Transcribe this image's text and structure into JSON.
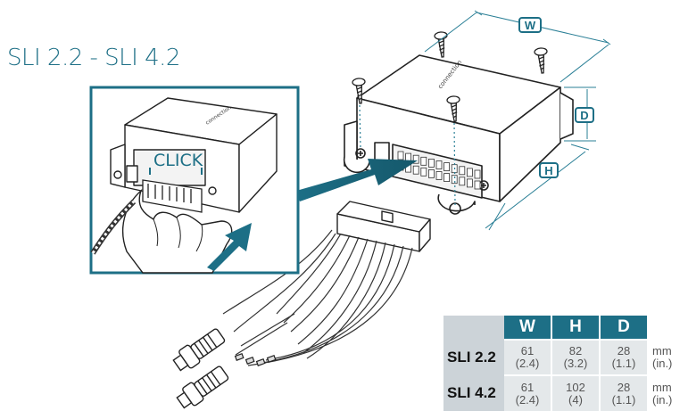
{
  "title": "SLI 2.2 - SLI 4.2",
  "click_label": "CLICK",
  "brand_text": "connection",
  "dimension_labels": {
    "w": "W",
    "d": "D",
    "h": "H"
  },
  "table": {
    "headers": [
      "W",
      "H",
      "D"
    ],
    "rows": [
      {
        "model": "SLI 2.2",
        "w": "61",
        "w_in": "(2.4)",
        "h": "82",
        "h_in": "(3.2)",
        "d": "28",
        "d_in": "(1.1)",
        "unit": "mm",
        "unit_in": "(in.)"
      },
      {
        "model": "SLI 4.2",
        "w": "61",
        "w_in": "(2.4)",
        "h": "102",
        "h_in": "(4)",
        "d": "28",
        "d_in": "(1.1)",
        "unit": "mm",
        "unit_in": "(in.)"
      }
    ]
  },
  "colors": {
    "accent": "#1d6f86",
    "line": "#222222"
  }
}
